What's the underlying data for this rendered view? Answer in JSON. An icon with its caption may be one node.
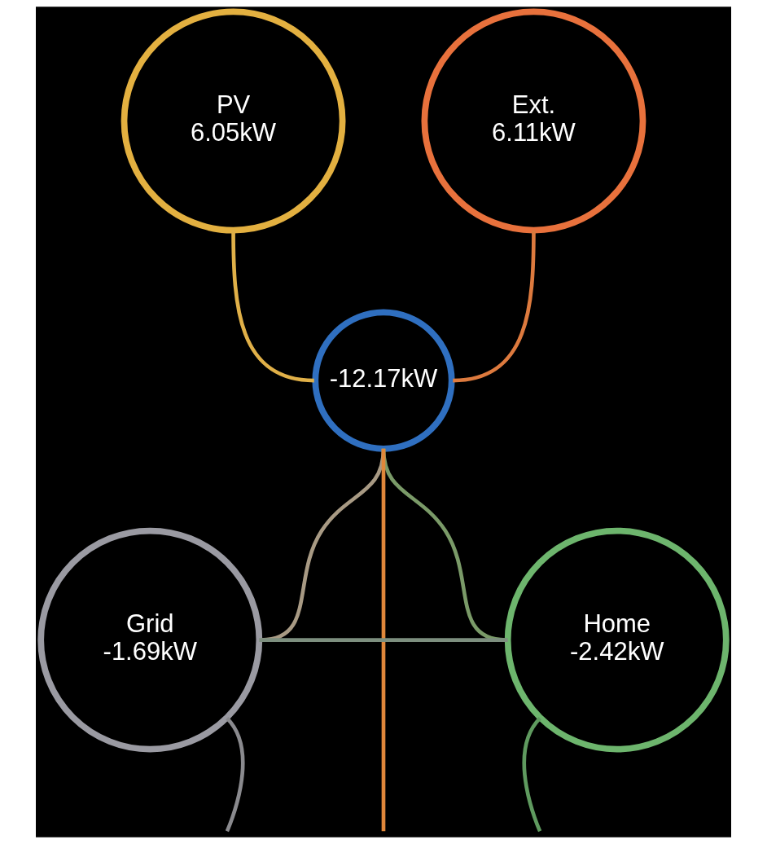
{
  "diagram": {
    "nodes": [
      {
        "text": [
          "PV",
          "6.05kW"
        ]
      },
      {
        "text": [
          "Ext.",
          "6.11kW"
        ]
      },
      {
        "text": [
          "-12.17kW"
        ]
      },
      {
        "text": [
          "Grid",
          "-1.69kW"
        ]
      },
      {
        "text": [
          "Home",
          "-2.42kW"
        ]
      }
    ],
    "edges": [
      {
        "from": 0,
        "to": 2,
        "arrow": "none",
        "color": "#e0b048"
      },
      {
        "from": 1,
        "to": 2,
        "arrow": "none",
        "color": "#dd7a3e"
      },
      {
        "from": 2,
        "to": 3,
        "arrow": "none",
        "color": "#a89a84"
      },
      {
        "from": 2,
        "to": null,
        "arrow": "none",
        "color": "#e0873a"
      },
      {
        "from": 2,
        "to": 4,
        "arrow": "none",
        "color": "#7a9a68"
      },
      {
        "from": 3,
        "to": 4,
        "arrow": "none",
        "color": "#7d8f7f"
      },
      {
        "from": 3,
        "to": null,
        "arrow": "none",
        "color": "#8a8a8e"
      },
      {
        "from": 4,
        "to": null,
        "arrow": "none",
        "color": "#5f9a5f"
      }
    ]
  }
}
